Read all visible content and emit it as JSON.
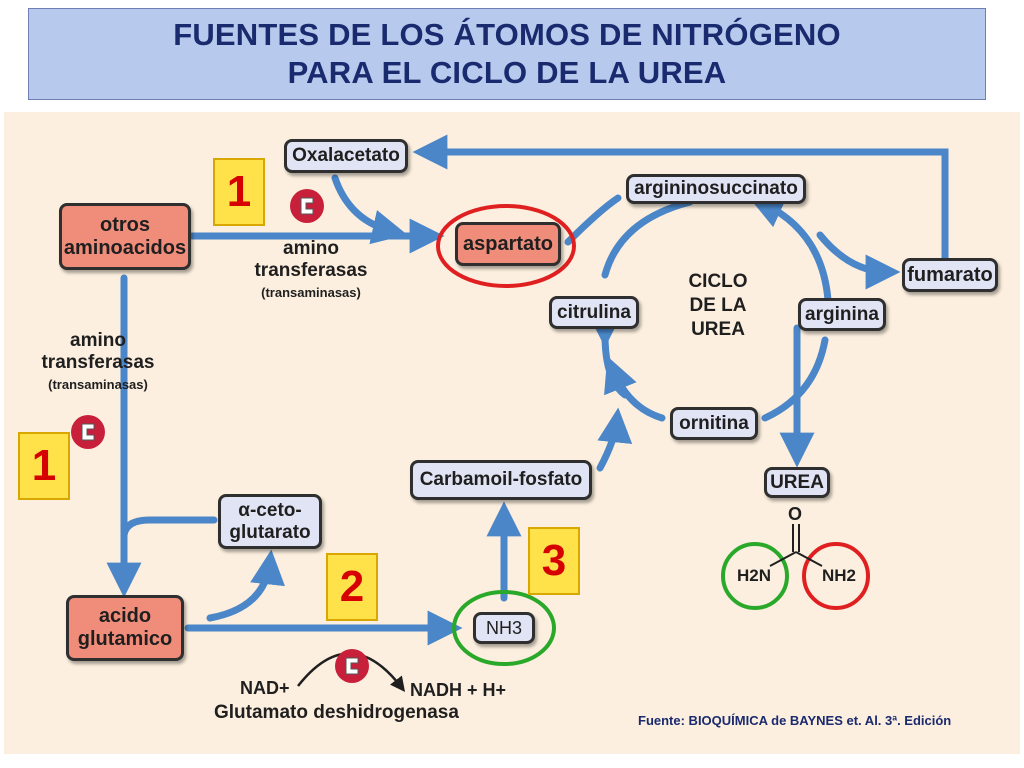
{
  "title": {
    "line1": "FUENTES DE LOS ÁTOMOS DE NITRÓGENO",
    "line2": "PARA EL CICLO DE LA UREA"
  },
  "nodes": {
    "oxalacetato": "Oxalacetato",
    "otros_aminoacidos_line1": "otros",
    "otros_aminoacidos_line2": "aminoacidos",
    "aspartato": "aspartato",
    "argininosuccinato": "argininosuccinato",
    "fumarato": "fumarato",
    "citrulina": "citrulina",
    "arginina": "arginina",
    "ornitina": "ornitina",
    "carbamoil_fosfato": "Carbamoil-fosfato",
    "urea": "UREA",
    "alfa_ceto_line1": "α-ceto-",
    "alfa_ceto_line2": "glutarato",
    "acido_glutamico_line1": "acido",
    "acido_glutamico_line2": "glutamico",
    "nh3": "NH3"
  },
  "cycle_label": {
    "line1": "CICLO",
    "line2": "DE LA",
    "line3": "UREA"
  },
  "labels": {
    "amino_top_1": "amino",
    "transferasas_top": "transferasas",
    "transaminasas_top": "(transaminasas)",
    "amino_left": "amino",
    "transferasas_left": "transferasas",
    "transaminasas_left": "(transaminasas)",
    "nad": "NAD+",
    "nadh": "NADH + H+",
    "glutamato_dh": "Glutamato deshidrogenasa"
  },
  "urea_structure": {
    "oxygen": "O",
    "left_amine": "H2N",
    "right_amine": "NH2"
  },
  "markers": {
    "top": "1",
    "left": "1",
    "middle": "2",
    "right": "3"
  },
  "source": "Fuente:  BIOQUÍMICA de BAYNES et. Al.  3ª. Edición",
  "colors": {
    "title_bg": "#b8c9ee",
    "panel_bg": "#fcefdf",
    "arrow_blue": "#4a86c8",
    "salmon_box": "#f08c7a",
    "lavender_box": "#e1e4f4",
    "marker_yellow": "#ffe14a",
    "marker_red_text": "#d60000",
    "circle_red": "#e02020",
    "circle_green": "#2aa82a"
  },
  "icons": [
    "enzyme-icon"
  ]
}
